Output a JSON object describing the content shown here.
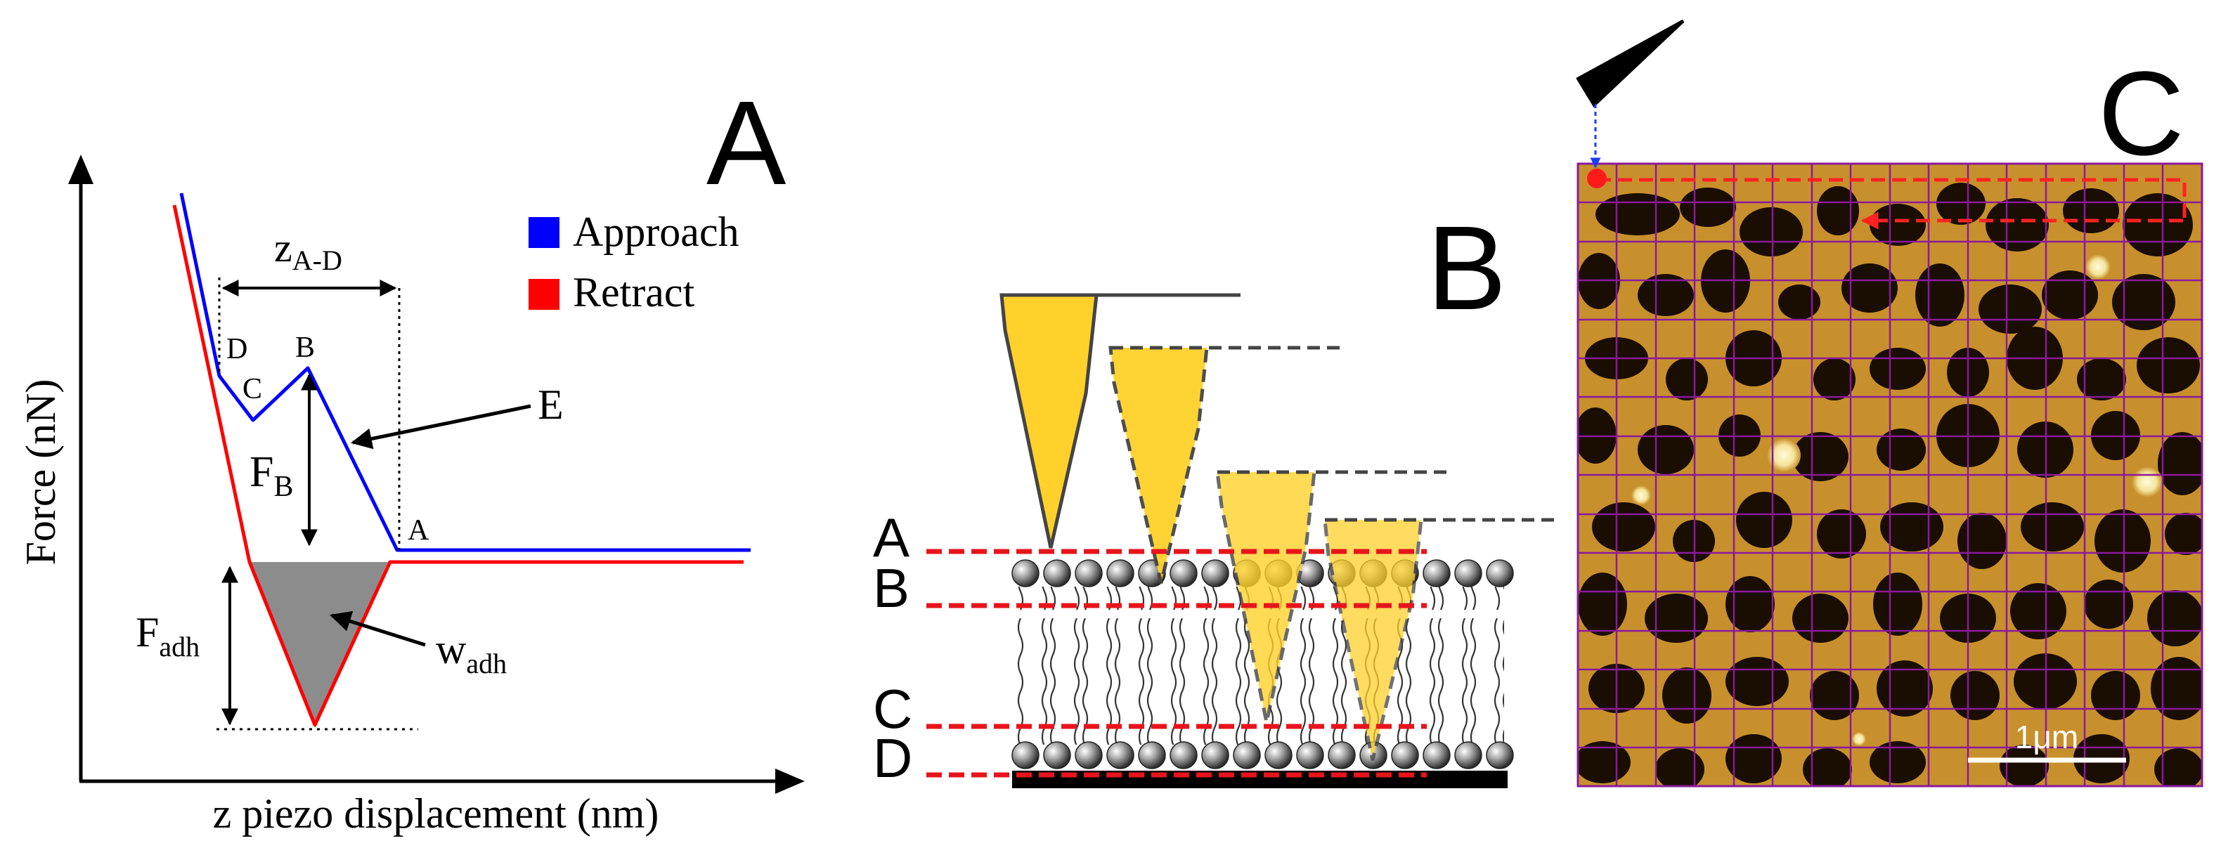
{
  "panel_a": {
    "label": "A",
    "y_axis_label": "Force (nN)",
    "x_axis_label": "z piezo displacement (nm)",
    "legend": [
      {
        "label": "Approach",
        "color": "#0000ff"
      },
      {
        "label": "Retract",
        "color": "#ff0000"
      }
    ],
    "point_labels": {
      "d": "D",
      "c": "C",
      "b": "B",
      "a": "A",
      "e": "E"
    },
    "z_label_main": "z",
    "z_label_sub": "A-D",
    "fb_main": "F",
    "fb_sub": "B",
    "fadh_main": "F",
    "fadh_sub": "adh",
    "wadh_main": "w",
    "wadh_sub": "adh",
    "colors": {
      "approach": "#0000ff",
      "retract": "#ff0000",
      "adhesion_fill": "#8c8c8c"
    }
  },
  "panel_b": {
    "label": "B",
    "level_labels": [
      "A",
      "B",
      "C",
      "D"
    ],
    "colors": {
      "tip": "#ffd12a",
      "tip_outline": "#444444",
      "level_line": "#e8141b",
      "bead": "#8a8a8a",
      "substrate": "#000000"
    }
  },
  "panel_c": {
    "label": "C",
    "scale_bar_label": "1μm",
    "colors": {
      "background": "#c8902c",
      "domains": "#1a0d02",
      "grid": "#8a1a9a",
      "scan_path": "#ff2222",
      "probe": "#1a3cff"
    }
  }
}
